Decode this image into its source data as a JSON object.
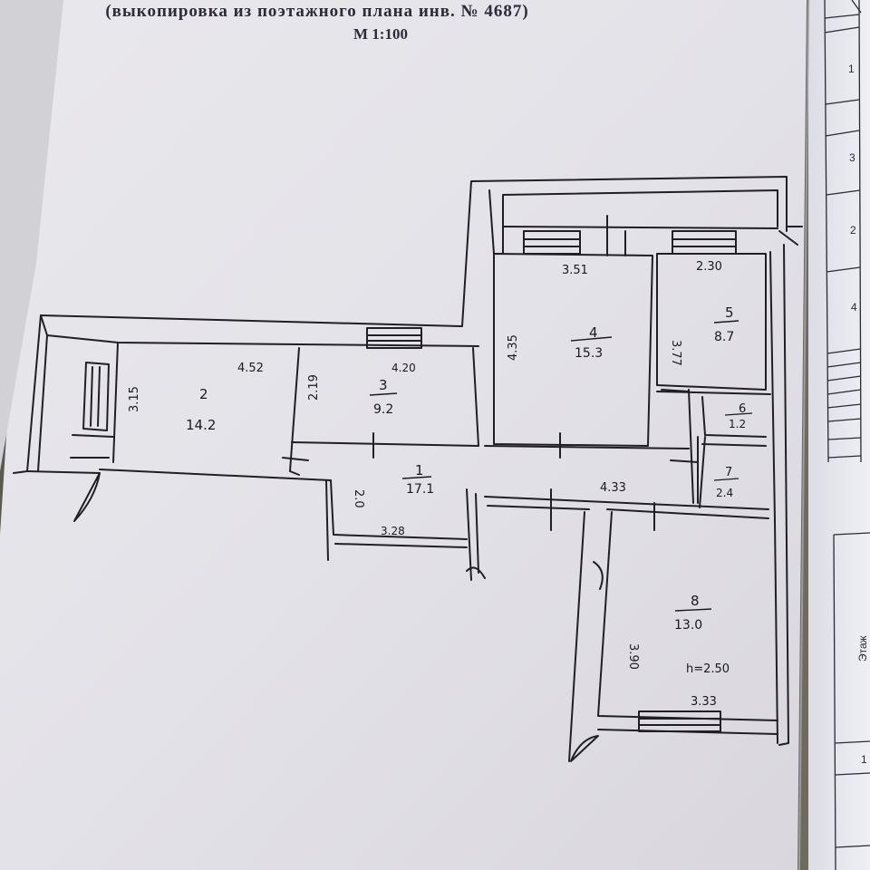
{
  "header": {
    "subtitle": "(выкопировка из поэтажного плана инв. № 4687)",
    "scale": "М 1:100"
  },
  "side_table_top": {
    "rows": [
      "1",
      "3",
      "2",
      "4"
    ]
  },
  "side_table_bottom": {
    "header": "Этаж",
    "value": "1"
  },
  "rooms": [
    {
      "number": "1",
      "area": "17.1"
    },
    {
      "number": "2",
      "area": "14.2"
    },
    {
      "number": "3",
      "area": "9.2"
    },
    {
      "number": "4",
      "area": "15.3"
    },
    {
      "number": "5",
      "area": "8.7"
    },
    {
      "number": "6",
      "area": "1.2"
    },
    {
      "number": "7",
      "area": "2.4"
    },
    {
      "number": "8",
      "area": "13.0"
    }
  ],
  "dimensions": {
    "room2_width": "4.52",
    "room2_depth": "3.15",
    "room3_width": "4.20",
    "room3_depth": "2.19",
    "room4_width": "3.51",
    "room4_depth": "4.35",
    "room5_width": "2.30",
    "room5_depth": "3.77",
    "corridor_length": "4.33",
    "corridor_width": "2.0",
    "hall_width": "3.28",
    "room8_depth": "3.90",
    "room8_width": "3.33",
    "ceiling_height": "h=2.50"
  }
}
